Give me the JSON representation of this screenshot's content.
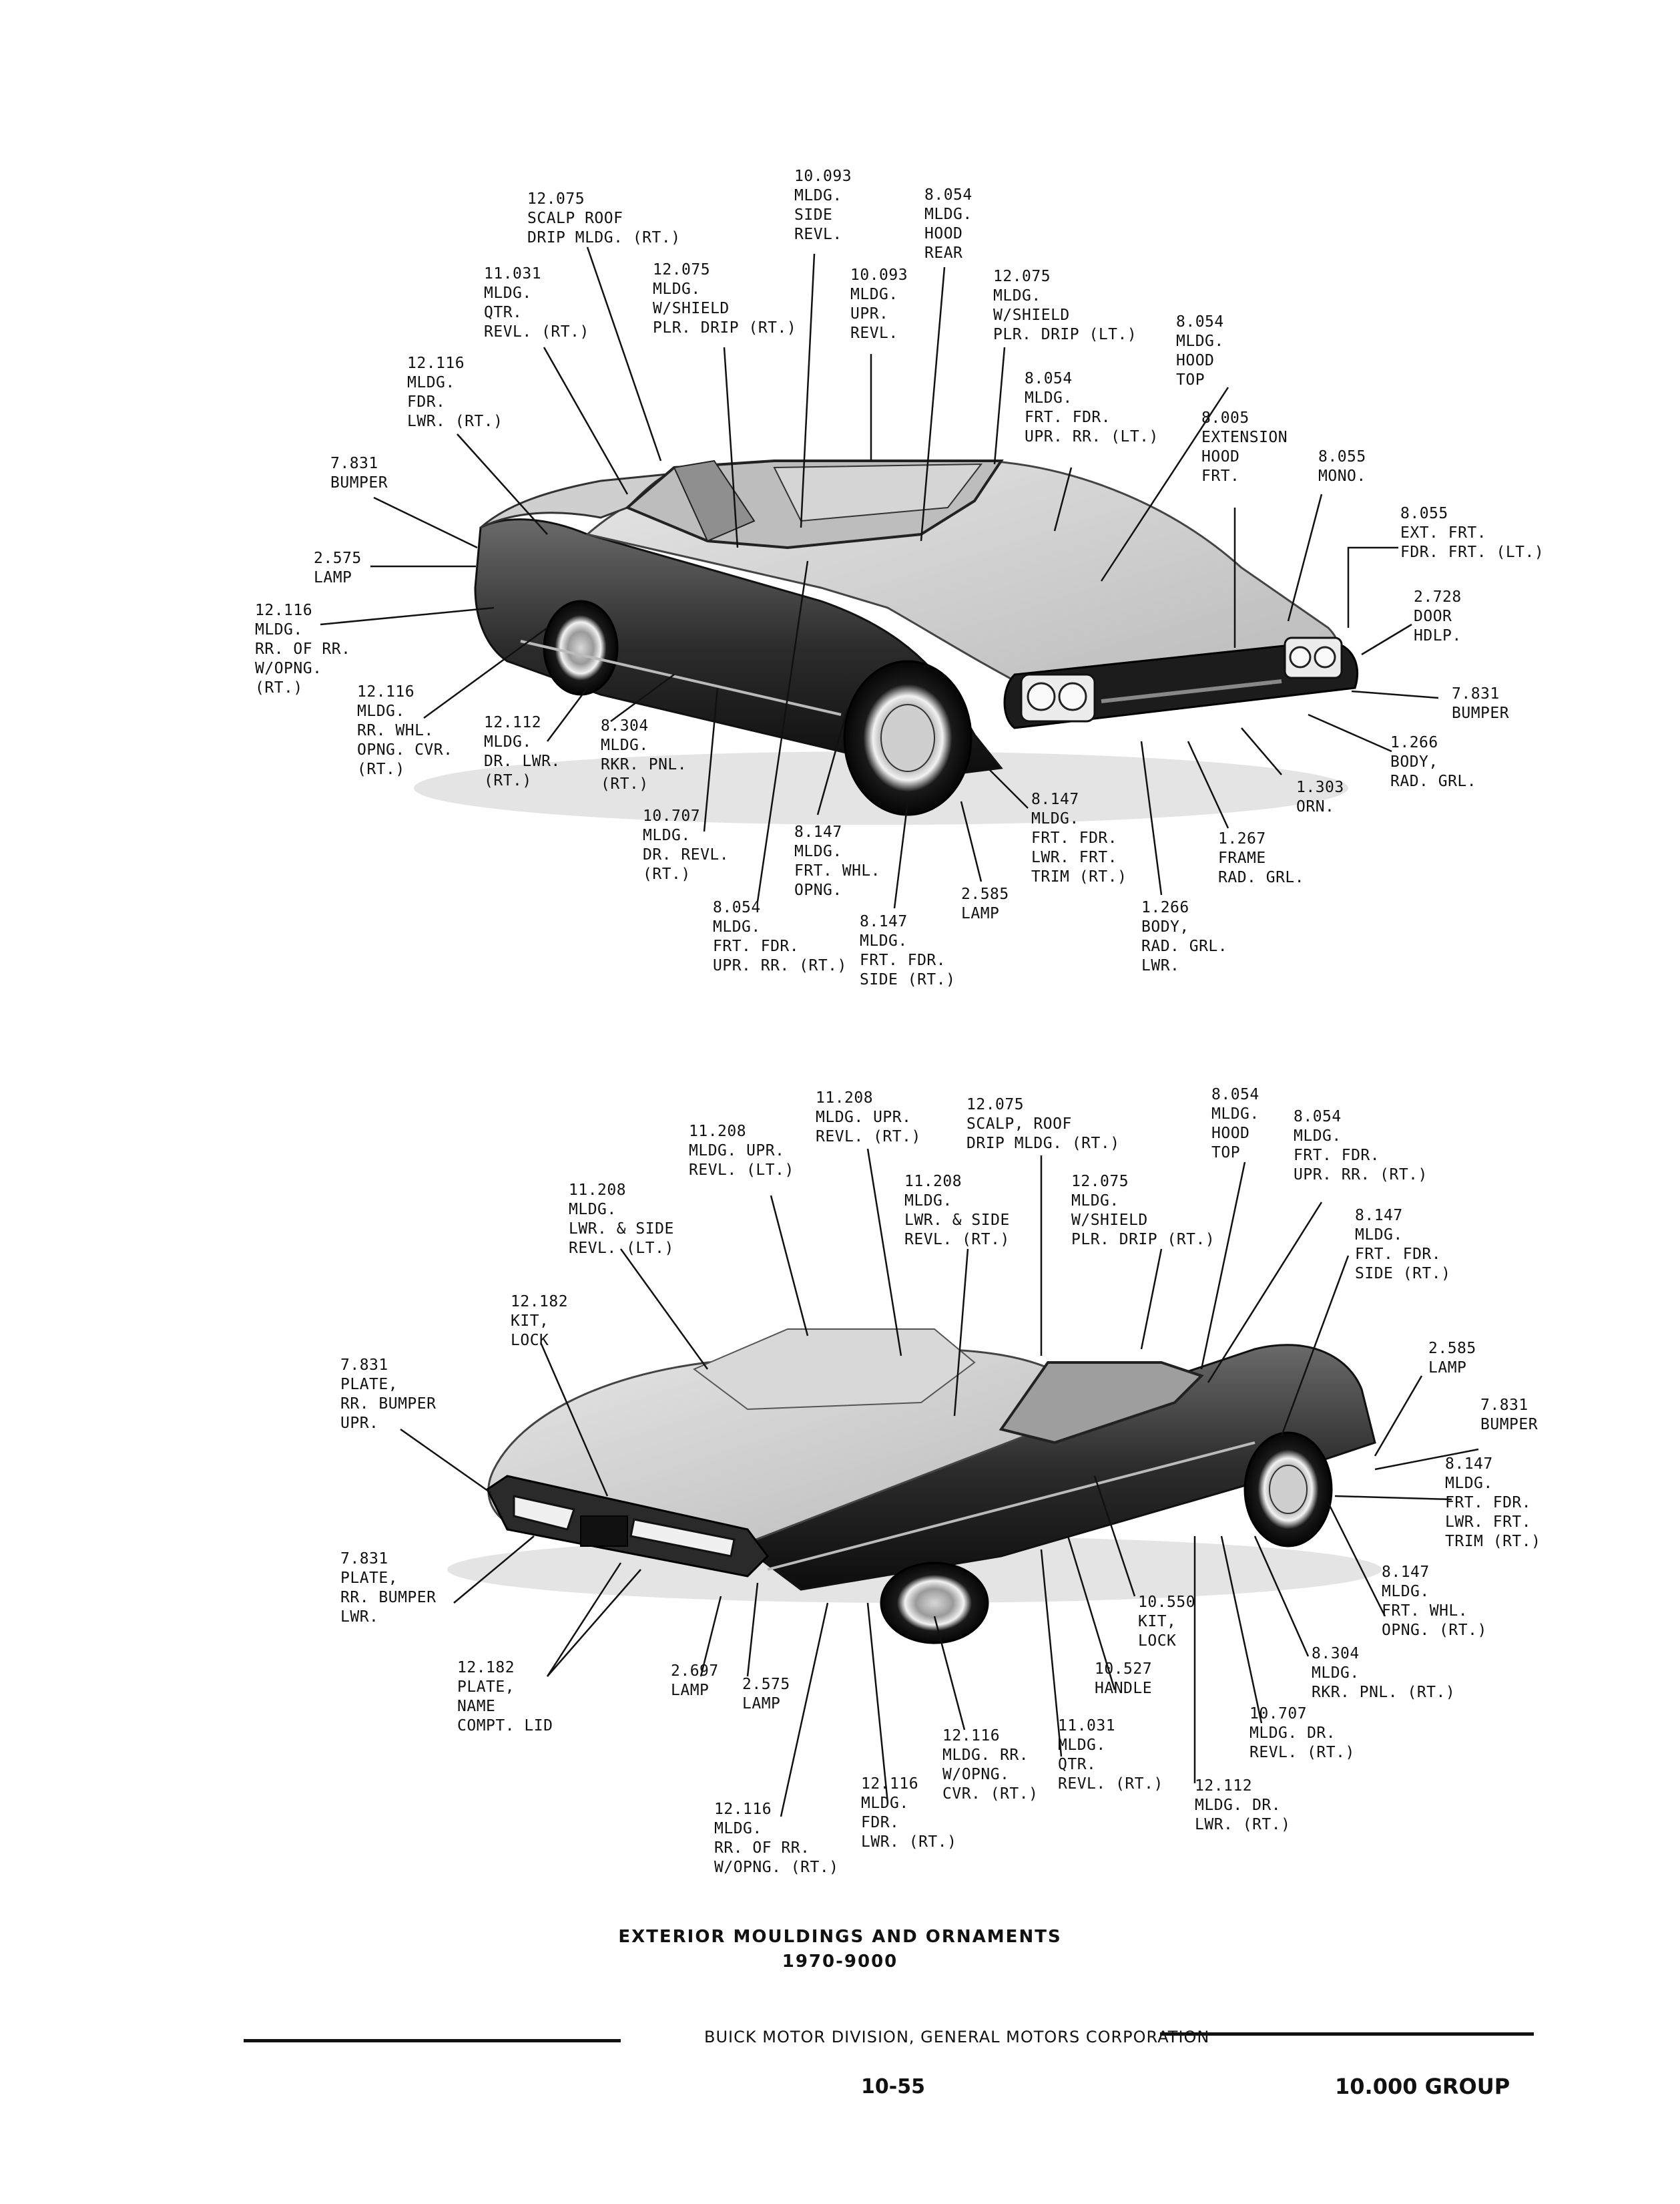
{
  "diagram_top": {
    "callouts": [
      {
        "id": "c1",
        "lines": [
          "12.075",
          "SCALP ROOF",
          "DRIP MLDG. (RT.)"
        ]
      },
      {
        "id": "c2",
        "lines": [
          "10.093",
          "MLDG.",
          "SIDE",
          "REVL."
        ]
      },
      {
        "id": "c3",
        "lines": [
          "8.054",
          "MLDG.",
          "HOOD",
          "REAR"
        ]
      },
      {
        "id": "c4",
        "lines": [
          "11.031",
          "MLDG.",
          "QTR.",
          "REVL. (RT.)"
        ]
      },
      {
        "id": "c5",
        "lines": [
          "12.075",
          "MLDG.",
          "W/SHIELD",
          "PLR. DRIP (RT.)"
        ]
      },
      {
        "id": "c6",
        "lines": [
          "10.093",
          "MLDG.",
          "UPR.",
          "REVL."
        ]
      },
      {
        "id": "c7",
        "lines": [
          "12.075",
          "MLDG.",
          "W/SHIELD",
          "PLR. DRIP (LT.)"
        ]
      },
      {
        "id": "c8",
        "lines": [
          "8.054",
          "MLDG.",
          "HOOD",
          "TOP"
        ]
      },
      {
        "id": "c9",
        "lines": [
          "12.116",
          "MLDG.",
          "FDR.",
          "LWR. (RT.)"
        ]
      },
      {
        "id": "c10",
        "lines": [
          "8.054",
          "MLDG.",
          "FRT. FDR.",
          "UPR. RR. (LT.)"
        ]
      },
      {
        "id": "c11",
        "lines": [
          "8.005",
          "EXTENSION",
          "HOOD",
          "FRT."
        ]
      },
      {
        "id": "c12",
        "lines": [
          "8.055",
          "MONO."
        ]
      },
      {
        "id": "c13",
        "lines": [
          "7.831",
          "BUMPER"
        ]
      },
      {
        "id": "c14",
        "lines": [
          "8.055",
          "EXT. FRT.",
          "FDR. FRT. (LT.)"
        ]
      },
      {
        "id": "c15",
        "lines": [
          "2.575",
          "LAMP"
        ]
      },
      {
        "id": "c16",
        "lines": [
          "12.116",
          "MLDG.",
          "RR. OF RR.",
          "W/OPNG.",
          "(RT.)"
        ]
      },
      {
        "id": "c17",
        "lines": [
          "2.728",
          "DOOR",
          "HDLP."
        ]
      },
      {
        "id": "c18",
        "lines": [
          "7.831",
          "BUMPER"
        ]
      },
      {
        "id": "c19",
        "lines": [
          "12.116",
          "MLDG.",
          "RR. WHL.",
          "OPNG. CVR.",
          "(RT.)"
        ]
      },
      {
        "id": "c20",
        "lines": [
          "12.112",
          "MLDG.",
          "DR. LWR.",
          "(RT.)"
        ]
      },
      {
        "id": "c21",
        "lines": [
          "8.304",
          "MLDG.",
          "RKR. PNL.",
          "(RT.)"
        ]
      },
      {
        "id": "c22",
        "lines": [
          "1.266",
          "BODY,",
          "RAD. GRL."
        ]
      },
      {
        "id": "c23",
        "lines": [
          "1.303",
          "ORN."
        ]
      },
      {
        "id": "c24",
        "lines": [
          "8.147",
          "MLDG.",
          "FRT. FDR.",
          "LWR. FRT.",
          "TRIM (RT.)"
        ]
      },
      {
        "id": "c25",
        "lines": [
          "10.707",
          "MLDG.",
          "DR. REVL.",
          "(RT.)"
        ]
      },
      {
        "id": "c26",
        "lines": [
          "8.147",
          "MLDG.",
          "FRT. WHL.",
          "OPNG."
        ]
      },
      {
        "id": "c27",
        "lines": [
          "1.267",
          "FRAME",
          "RAD. GRL."
        ]
      },
      {
        "id": "c28",
        "lines": [
          "2.585",
          "LAMP"
        ]
      },
      {
        "id": "c29",
        "lines": [
          "8.054",
          "MLDG.",
          "FRT. FDR.",
          "UPR. RR. (RT.)"
        ]
      },
      {
        "id": "c30",
        "lines": [
          "8.147",
          "MLDG.",
          "FRT. FDR.",
          "SIDE (RT.)"
        ]
      },
      {
        "id": "c31",
        "lines": [
          "1.266",
          "BODY,",
          "RAD. GRL.",
          "LWR."
        ]
      }
    ]
  },
  "diagram_bottom": {
    "callouts": [
      {
        "id": "d1",
        "lines": [
          "11.208",
          "MLDG. UPR.",
          "REVL. (RT.)"
        ]
      },
      {
        "id": "d2",
        "lines": [
          "12.075",
          "SCALP, ROOF",
          "DRIP MLDG. (RT.)"
        ]
      },
      {
        "id": "d3",
        "lines": [
          "8.054",
          "MLDG.",
          "HOOD",
          "TOP"
        ]
      },
      {
        "id": "d4",
        "lines": [
          "8.054",
          "MLDG.",
          "FRT. FDR.",
          "UPR. RR. (RT.)"
        ]
      },
      {
        "id": "d5",
        "lines": [
          "11.208",
          "MLDG. UPR.",
          "REVL. (LT.)"
        ]
      },
      {
        "id": "d6",
        "lines": [
          "11.208",
          "MLDG.",
          "LWR. & SIDE",
          "REVL. (RT.)"
        ]
      },
      {
        "id": "d7",
        "lines": [
          "11.208",
          "MLDG.",
          "LWR. & SIDE",
          "REVL. (LT.)"
        ]
      },
      {
        "id": "d8",
        "lines": [
          "12.075",
          "MLDG.",
          "W/SHIELD",
          "PLR. DRIP (RT.)"
        ]
      },
      {
        "id": "d9",
        "lines": [
          "8.147",
          "MLDG.",
          "FRT. FDR.",
          "SIDE (RT.)"
        ]
      },
      {
        "id": "d10",
        "lines": [
          "12.182",
          "KIT,",
          "LOCK"
        ]
      },
      {
        "id": "d11",
        "lines": [
          "2.585",
          "LAMP"
        ]
      },
      {
        "id": "d12",
        "lines": [
          "7.831",
          "PLATE,",
          "RR. BUMPER",
          "UPR."
        ]
      },
      {
        "id": "d13",
        "lines": [
          "7.831",
          "BUMPER"
        ]
      },
      {
        "id": "d14",
        "lines": [
          "8.147",
          "MLDG.",
          "FRT. FDR.",
          "LWR. FRT.",
          "TRIM (RT.)"
        ]
      },
      {
        "id": "d15",
        "lines": [
          "7.831",
          "PLATE,",
          "RR. BUMPER",
          "LWR."
        ]
      },
      {
        "id": "d16",
        "lines": [
          "8.147",
          "MLDG.",
          "FRT. WHL.",
          "OPNG. (RT.)"
        ]
      },
      {
        "id": "d17",
        "lines": [
          "10.550",
          "KIT,",
          "LOCK"
        ]
      },
      {
        "id": "d18",
        "lines": [
          "8.304",
          "MLDG.",
          "RKR. PNL. (RT.)"
        ]
      },
      {
        "id": "d19",
        "lines": [
          "12.182",
          "PLATE,",
          "NAME",
          "COMPT. LID"
        ]
      },
      {
        "id": "d20",
        "lines": [
          "2.697",
          "LAMP"
        ]
      },
      {
        "id": "d21",
        "lines": [
          "2.575",
          "LAMP"
        ]
      },
      {
        "id": "d22",
        "lines": [
          "10.527",
          "HANDLE"
        ]
      },
      {
        "id": "d23",
        "lines": [
          "10.707",
          "MLDG. DR.",
          "REVL. (RT.)"
        ]
      },
      {
        "id": "d24",
        "lines": [
          "12.116",
          "MLDG. RR.",
          "W/OPNG.",
          "CVR. (RT.)"
        ]
      },
      {
        "id": "d25",
        "lines": [
          "11.031",
          "MLDG.",
          "QTR.",
          "REVL. (RT.)"
        ]
      },
      {
        "id": "d26",
        "lines": [
          "12.116",
          "MLDG.",
          "FDR.",
          "LWR. (RT.)"
        ]
      },
      {
        "id": "d27",
        "lines": [
          "12.112",
          "MLDG. DR.",
          "LWR. (RT.)"
        ]
      },
      {
        "id": "d28",
        "lines": [
          "12.116",
          "MLDG.",
          "RR. OF RR.",
          "W/OPNG. (RT.)"
        ]
      }
    ]
  },
  "caption": {
    "title": "EXTERIOR MOULDINGS AND ORNAMENTS",
    "subtitle": "1970-9000"
  },
  "footer": {
    "division": "BUICK MOTOR DIVISION, GENERAL MOTORS CORPORATION",
    "page_number": "10-55",
    "group": "10.000 GROUP"
  }
}
